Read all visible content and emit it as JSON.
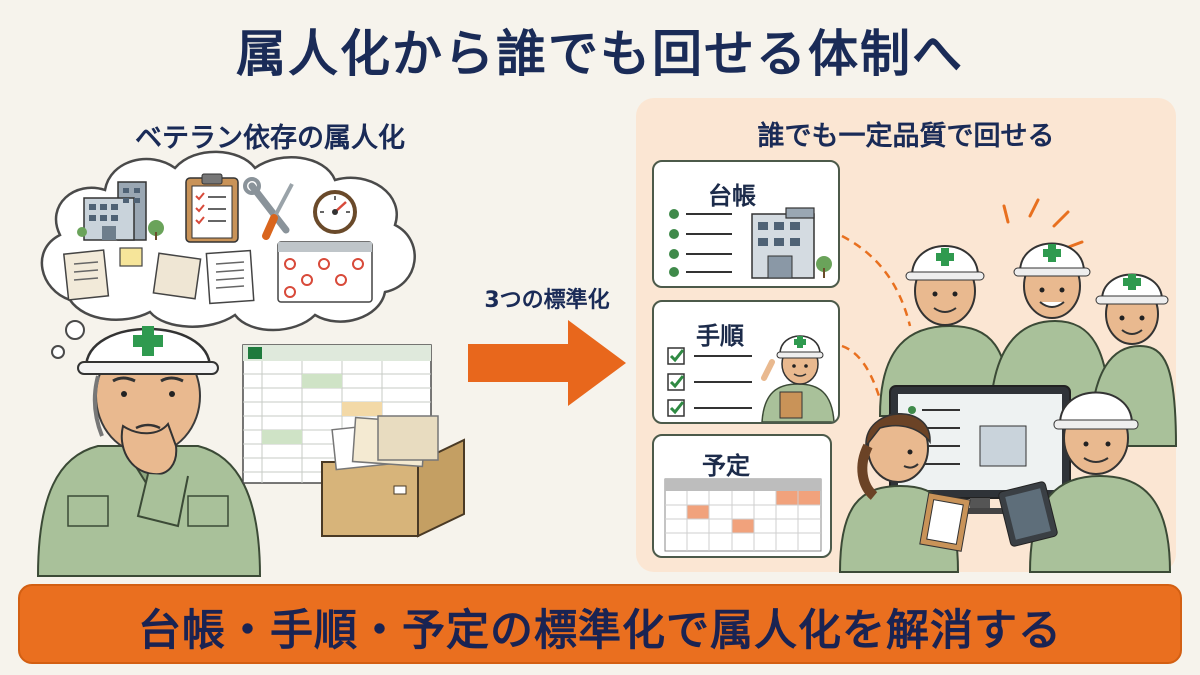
{
  "title": "属人化から誰でも回せる体制へ",
  "left": {
    "heading": "ベテラン依存の属人化"
  },
  "middle": {
    "arrow_label": "3つの標準化"
  },
  "right": {
    "heading": "誰でも一定品質で回せる",
    "cards": [
      {
        "label": "台帳"
      },
      {
        "label": "手順"
      },
      {
        "label": "予定"
      }
    ]
  },
  "bottom": {
    "text": "台帳・手順・予定の標準化で属人化を解消する"
  },
  "colors": {
    "accent": "#ea6f1f",
    "navy": "#1a2b57",
    "uniform": "#a9c19a",
    "panel": "#fbe6d3"
  }
}
